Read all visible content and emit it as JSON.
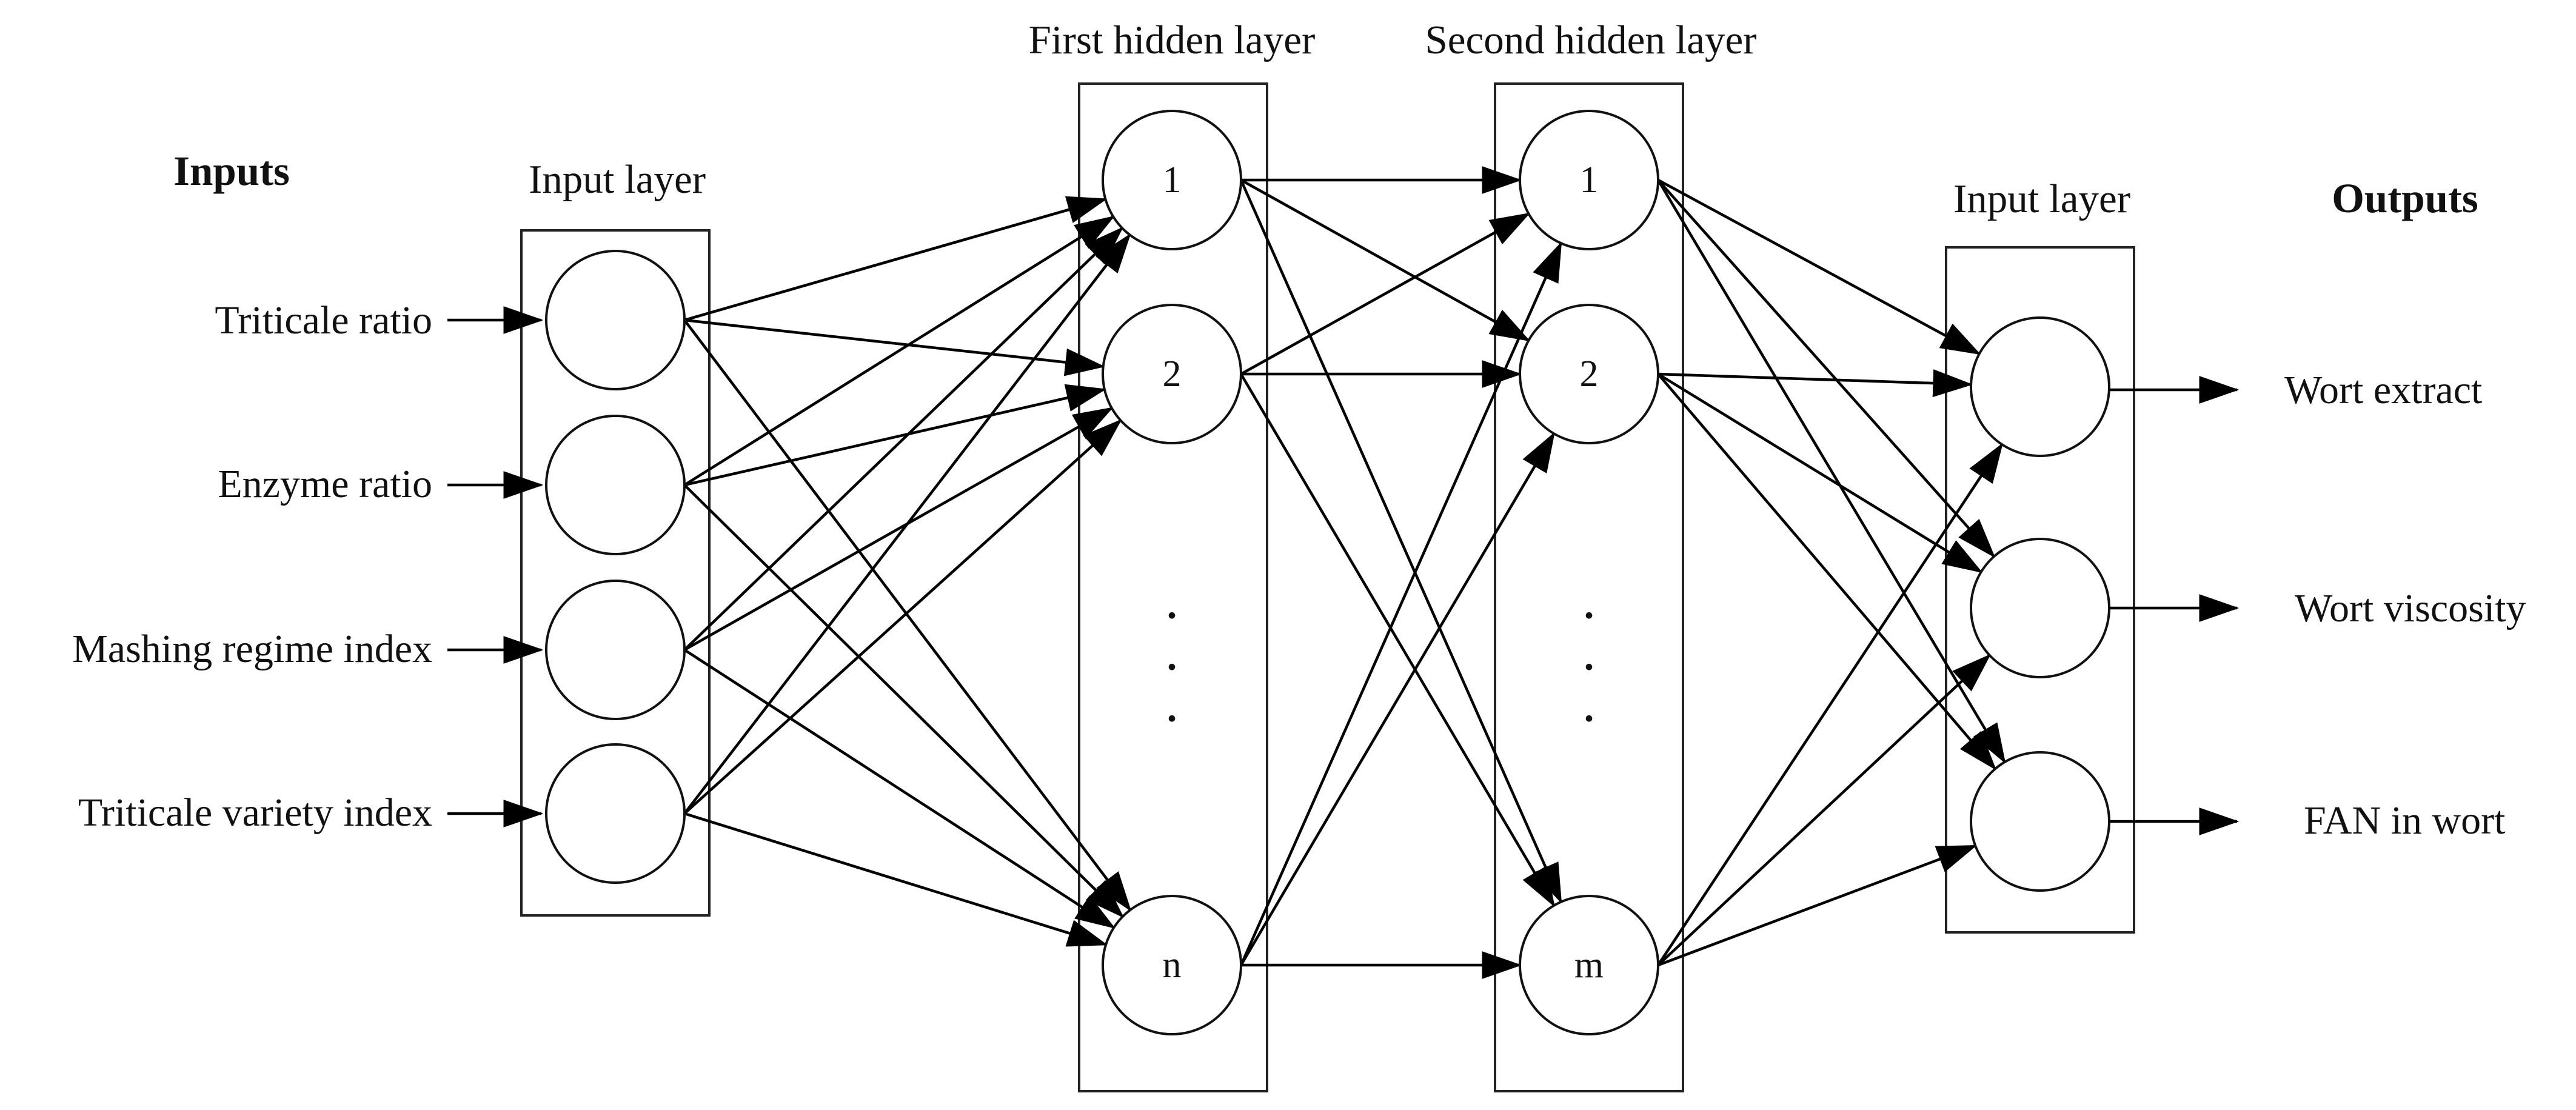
{
  "diagram": {
    "inputs_heading": "Inputs",
    "outputs_heading": "Outputs",
    "layers": {
      "input": "Input layer",
      "hidden1": "First hidden layer",
      "hidden2": "Second hidden layer",
      "output": "Input layer"
    },
    "inputs": [
      "Triticale ratio",
      "Enzyme ratio",
      "Mashing regime index",
      "Triticale variety index"
    ],
    "hidden1_nodes": [
      "1",
      "2",
      "n"
    ],
    "hidden2_nodes": [
      "1",
      "2",
      "m"
    ],
    "outputs": [
      "Wort extract",
      "Wort viscosity",
      "FAN in wort"
    ],
    "ellipsis": "·"
  }
}
